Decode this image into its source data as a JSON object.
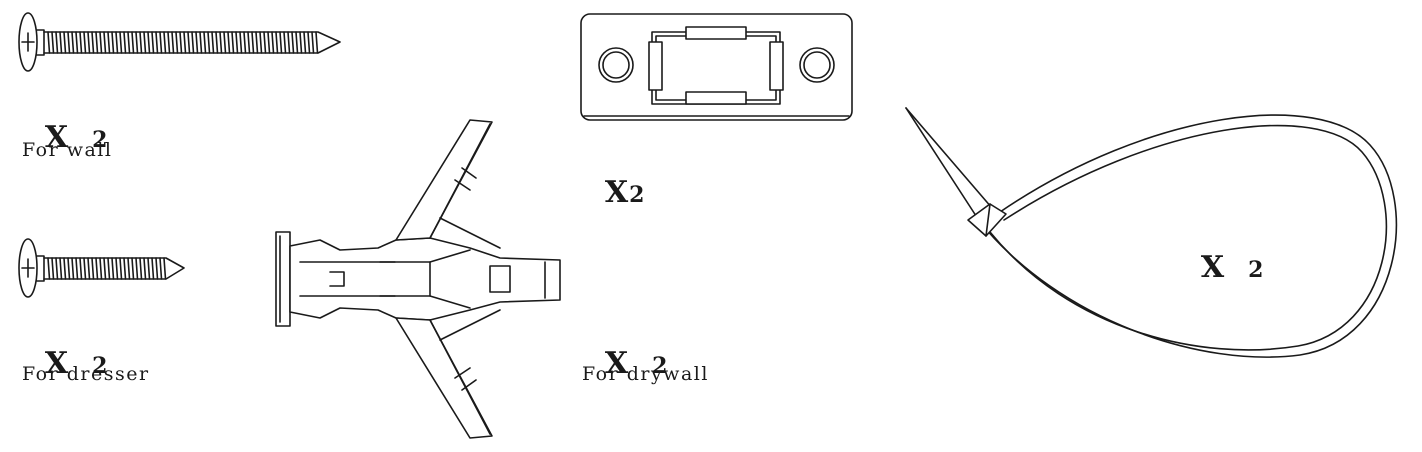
{
  "parts": [
    {
      "id": "long-screw",
      "quantity_prefix": "X",
      "quantity": "2",
      "description": "For wall"
    },
    {
      "id": "short-screw",
      "quantity_prefix": "X",
      "quantity": "2",
      "description": "For dresser"
    },
    {
      "id": "mounting-plate",
      "quantity_prefix": "X",
      "quantity": "2"
    },
    {
      "id": "drywall-anchor",
      "quantity_prefix": "X",
      "quantity": "2",
      "description": "For drywall"
    },
    {
      "id": "cable-tie",
      "quantity_prefix": "X",
      "quantity": "2"
    }
  ],
  "colors": {
    "ink": "#1a1a1a",
    "background": "#ffffff"
  }
}
